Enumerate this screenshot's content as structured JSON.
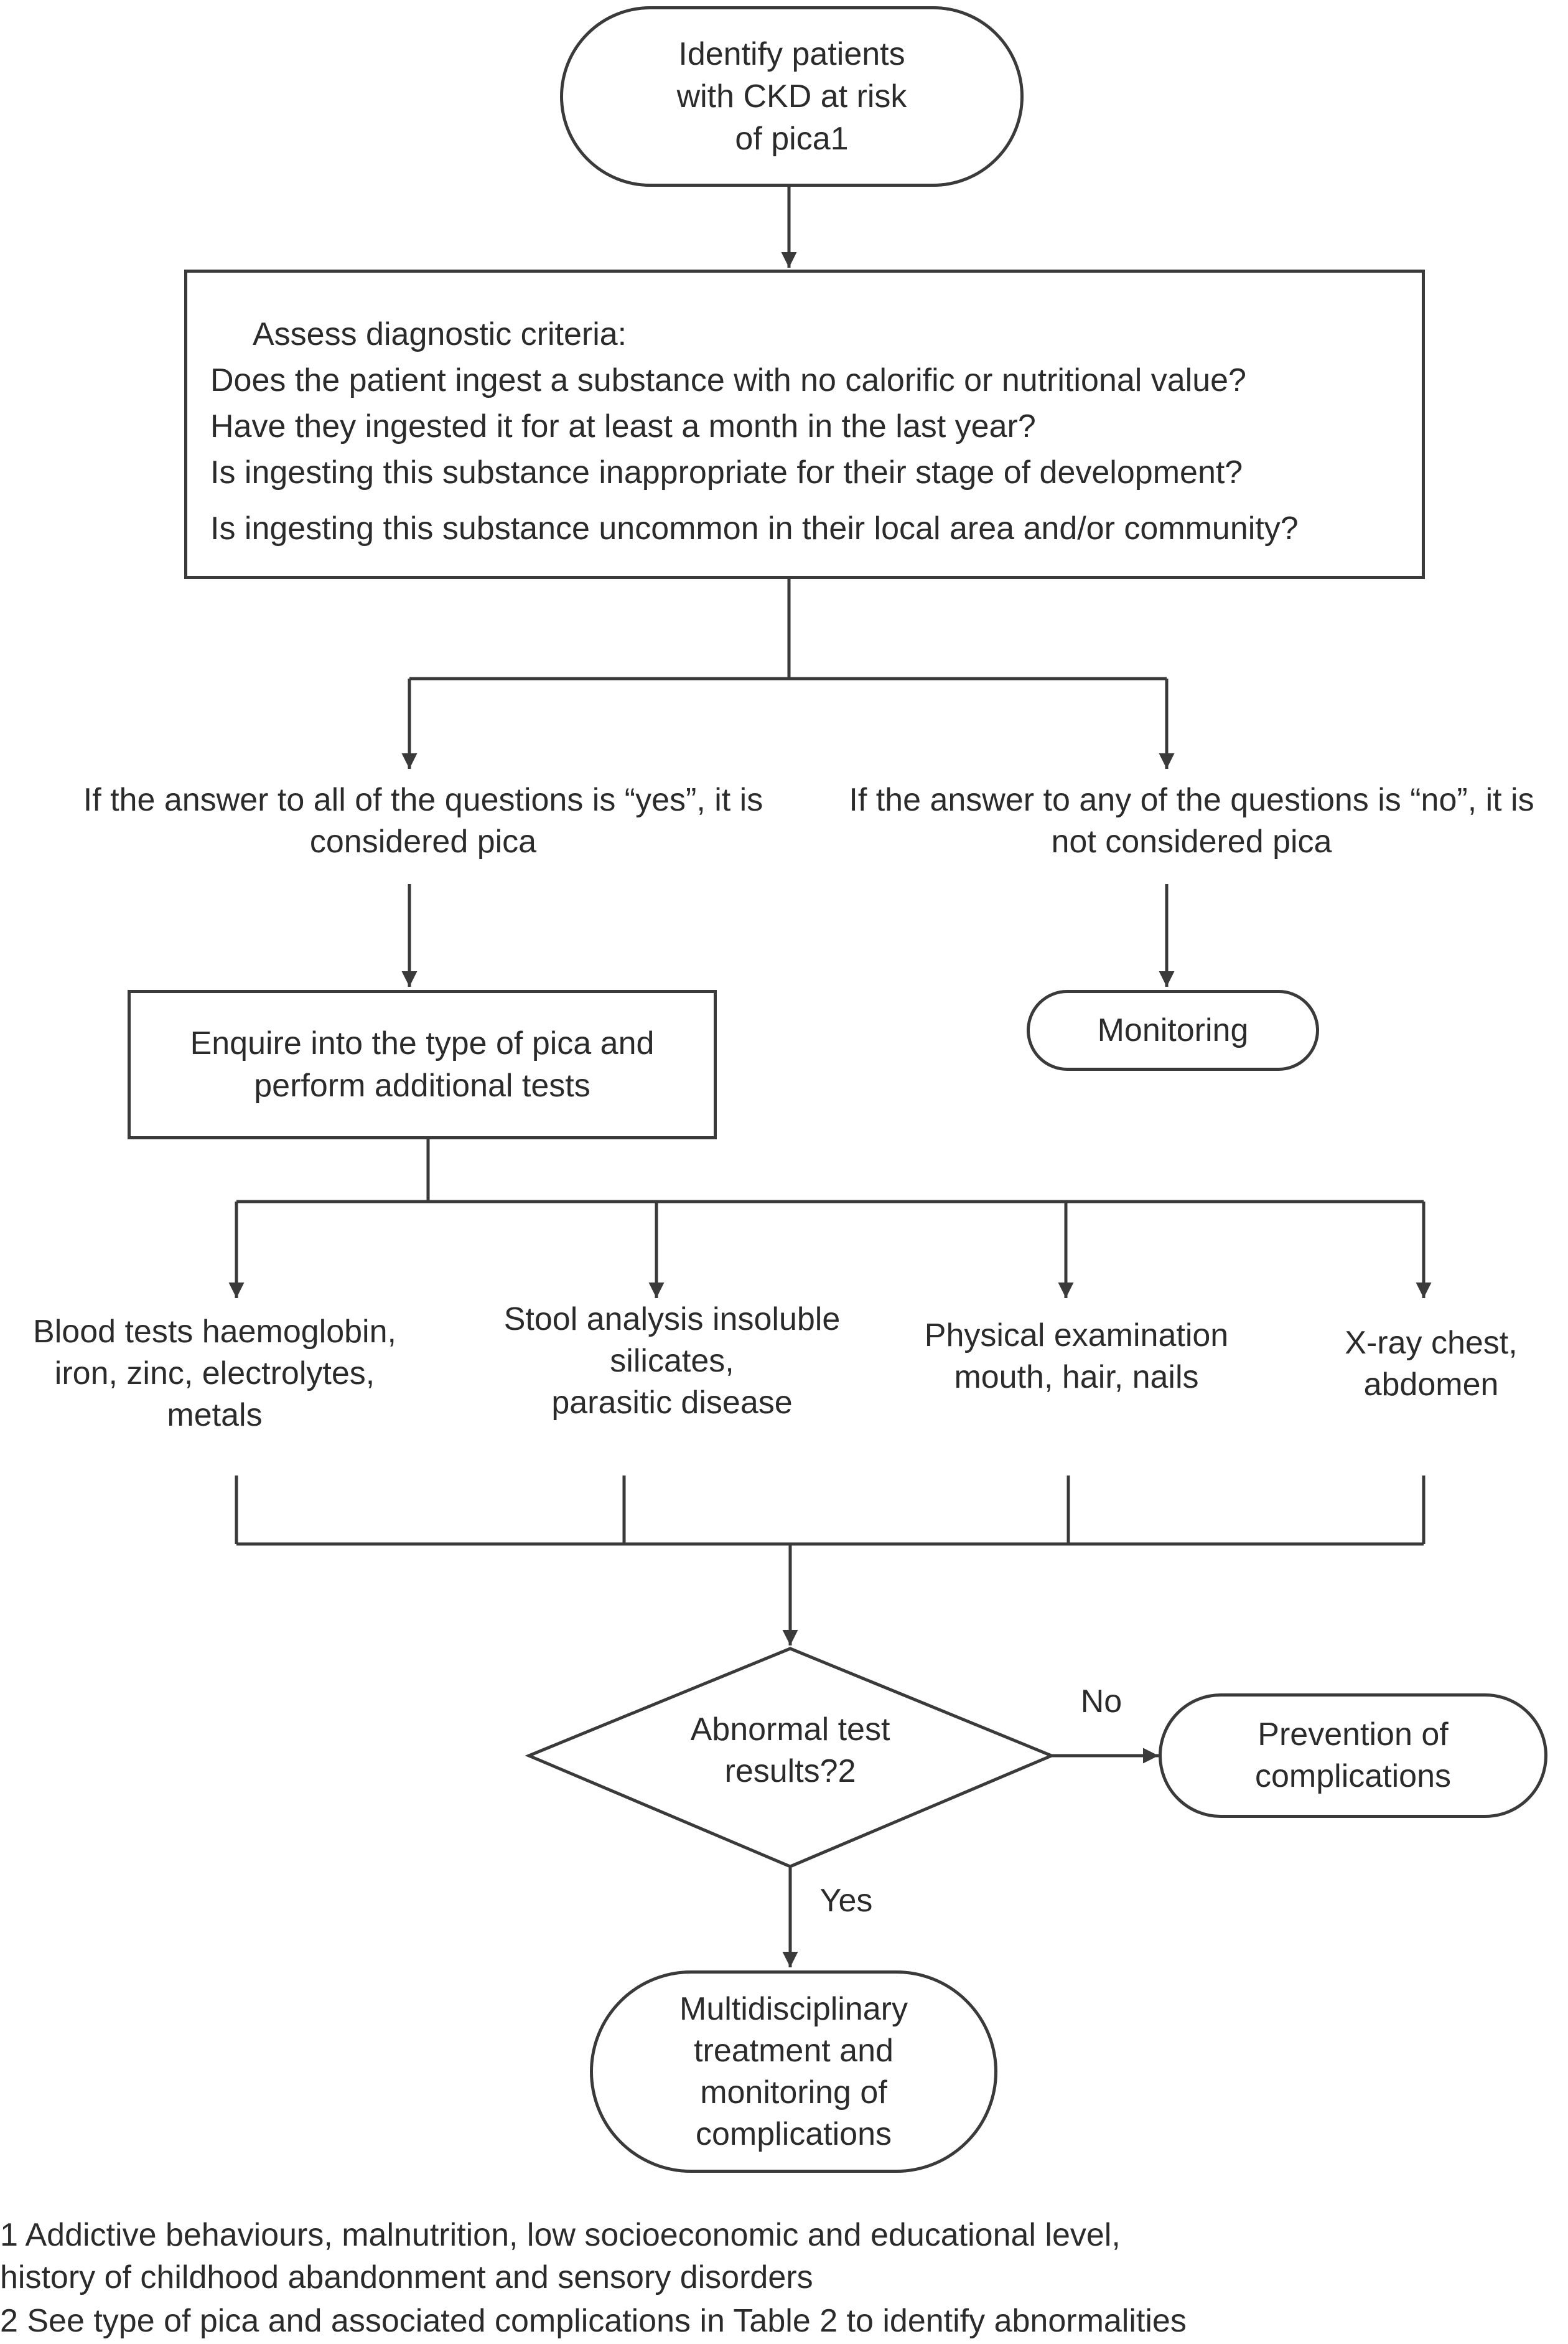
{
  "start": {
    "lines": [
      "Identify patients",
      "with CKD at risk",
      "of pica1"
    ]
  },
  "criteria": {
    "heading": "Assess diagnostic criteria:",
    "questions": [
      "Does the patient ingest a substance with no calorific or nutritional value?",
      "Have they ingested it for at least a month in the last year?",
      "Is ingesting this substance inappropriate for their stage of development?",
      "Is ingesting this substance uncommon in their local area and/or community?"
    ]
  },
  "branch_yes": {
    "lines": [
      "If the answer to all of the questions is “yes”, it is",
      "considered pica"
    ]
  },
  "branch_no": {
    "lines": [
      "If the answer to any of the questions is “no”, it is",
      "not considered pica"
    ]
  },
  "enquire": {
    "lines": [
      "Enquire into the type of pica and",
      "perform additional tests"
    ]
  },
  "monitoring": {
    "label": "Monitoring"
  },
  "tests": [
    {
      "lines": [
        "Blood tests haemoglobin,",
        "iron, zinc, electrolytes,",
        "metals"
      ]
    },
    {
      "lines": [
        "Stool analysis insoluble",
        "silicates,",
        "parasitic disease"
      ]
    },
    {
      "lines": [
        "Physical examination",
        "mouth, hair, nails"
      ]
    },
    {
      "lines": [
        "X-ray chest,",
        "abdomen"
      ]
    }
  ],
  "decision": {
    "lines": [
      "Abnormal test",
      "results?2"
    ],
    "no_label": "No",
    "yes_label": "Yes"
  },
  "prevention": {
    "lines": [
      "Prevention of",
      "complications"
    ]
  },
  "treatment": {
    "lines": [
      "Multidisciplinary",
      "treatment and",
      "monitoring of",
      "complications"
    ]
  },
  "footnotes": [
    "1 Addictive behaviours, malnutrition, low socioeconomic and educational level,",
    "history of childhood abandonment and sensory disorders",
    "2 See type of pica and associated complications in Table 2 to identify abnormalities"
  ]
}
